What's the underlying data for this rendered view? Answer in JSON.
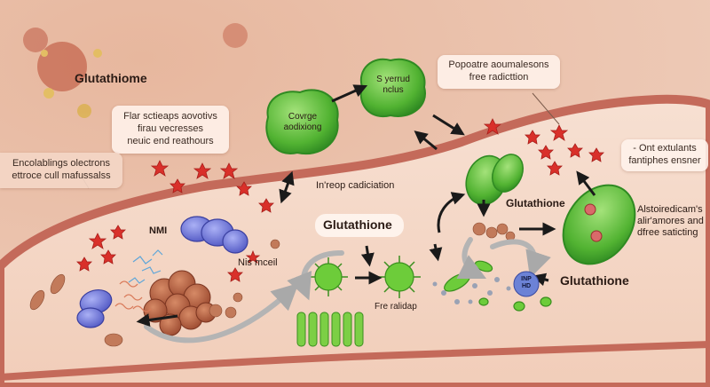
{
  "labels": {
    "top_left_title": "Glutathiome",
    "left_box": "Flar sctieaps aovotivs\nfirau vecresses\nneuic end reathours",
    "side_box": "Encolablings olectrons\nettroce cull mafussalss",
    "green_cell_left": "Covrge\naodixiong",
    "green_cell_top": "S yerrud\nnclus",
    "top_right_box": "Popoatre aoumalesons\nfree radicttion",
    "right_box": "- Ont extulants\nfantiphes ensner",
    "right_side": "Alstoiredicam's\nalir'amores and\ndfree saticting",
    "center_label": "In'reop cadiciation",
    "glutathione_center": "Glutathione",
    "glutathione_mid_right": "Glutathione",
    "glutathione_right": "Glutathione",
    "nmi": "NMI",
    "nis_mceil": "Nis mceil",
    "fre_ralidap": "Fre ralidap",
    "inp_badge": "INP\nHD"
  },
  "colors": {
    "background": "#e9bfa8",
    "vessel": "#f5d8c8",
    "vessel_wall": "#c46a5a",
    "green_cell": "#5fbf3a",
    "green_cell_dark": "#2f8a22",
    "red_cell": "#d9302a",
    "blue_cell": "#6b74d6",
    "arrow": "#1a1a1a"
  },
  "icons": [
    "red-blood-cell-icon",
    "green-cell-icon",
    "bacterium-icon",
    "mitochondria-icon",
    "arrow-icon"
  ]
}
